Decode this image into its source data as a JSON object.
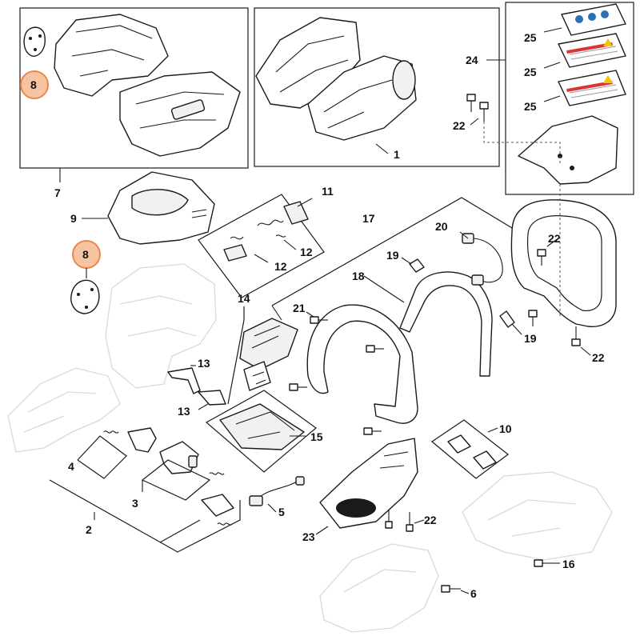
{
  "labels": {
    "n1": "1",
    "n2": "2",
    "n3": "3",
    "n4": "4",
    "n5": "5",
    "n6": "6",
    "n7": "7",
    "n8_top": "8",
    "n8_mid": "8",
    "n9": "9",
    "n10": "10",
    "n11": "11",
    "n12_a": "12",
    "n12_b": "12",
    "n13_a": "13",
    "n13_b": "13",
    "n14": "14",
    "n15": "15",
    "n16": "16",
    "n17": "17",
    "n18": "18",
    "n19_a": "19",
    "n19_b": "19",
    "n20": "20",
    "n21": "21",
    "n22_a": "22",
    "n22_b": "22",
    "n22_c": "22",
    "n22_d": "22",
    "n23": "23",
    "n24": "24",
    "n25_a": "25",
    "n25_b": "25",
    "n25_c": "25"
  },
  "colors": {
    "highlight_fill": "#f7c4a2",
    "highlight_stroke": "#e8874f",
    "line": "#1a1a1a",
    "ghost": "#d9d9d9"
  }
}
